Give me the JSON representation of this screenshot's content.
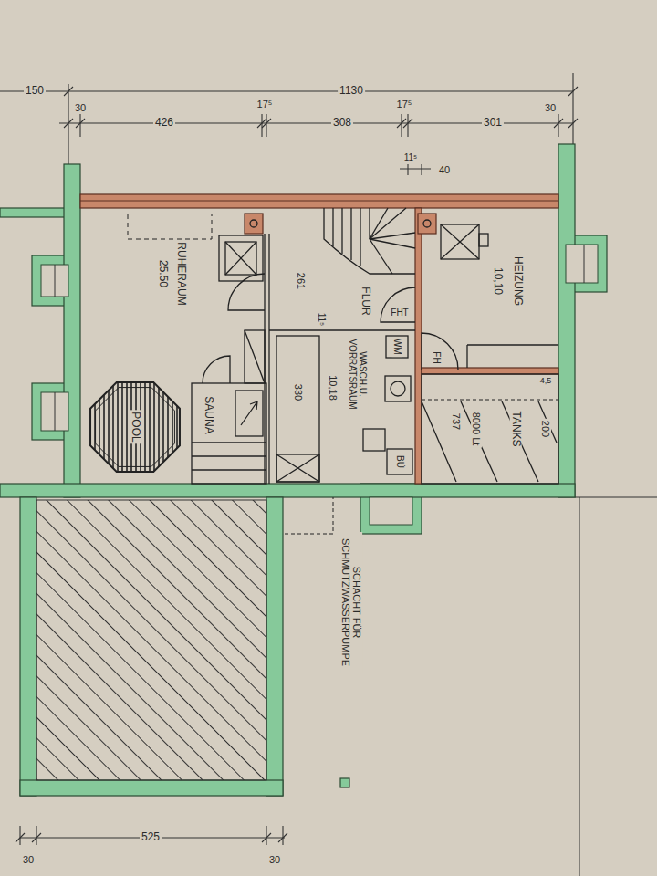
{
  "diagram": {
    "nodes": [
      {
        "text": [
          "RUHERAUM",
          "25.50"
        ]
      },
      {
        "text": [
          "POOL"
        ],
        "in": 0
      },
      {
        "text": [
          "SAUNA"
        ]
      },
      {
        "text": [
          "FLUR"
        ]
      },
      {
        "text": [
          "HEIZUNG",
          "10,10"
        ]
      },
      {
        "text": [
          "WASCH.U. VORRATSRAUM",
          "10,18"
        ]
      },
      {
        "text": [
          "8000 Lt",
          "TANKS"
        ]
      }
    ],
    "labels": [
      "150",
      "1130",
      "30",
      "426",
      "17⁵",
      "308",
      "17⁵",
      "301",
      "30",
      "11⁵",
      "40",
      "261",
      "11⁵",
      "FHT",
      "WM",
      "FH",
      "330",
      "BÜ",
      "737",
      "4,5",
      "200",
      "SCHACHT FÜR SCHMUTZWASSERPUMPE",
      "30",
      "525",
      "30"
    ]
  }
}
